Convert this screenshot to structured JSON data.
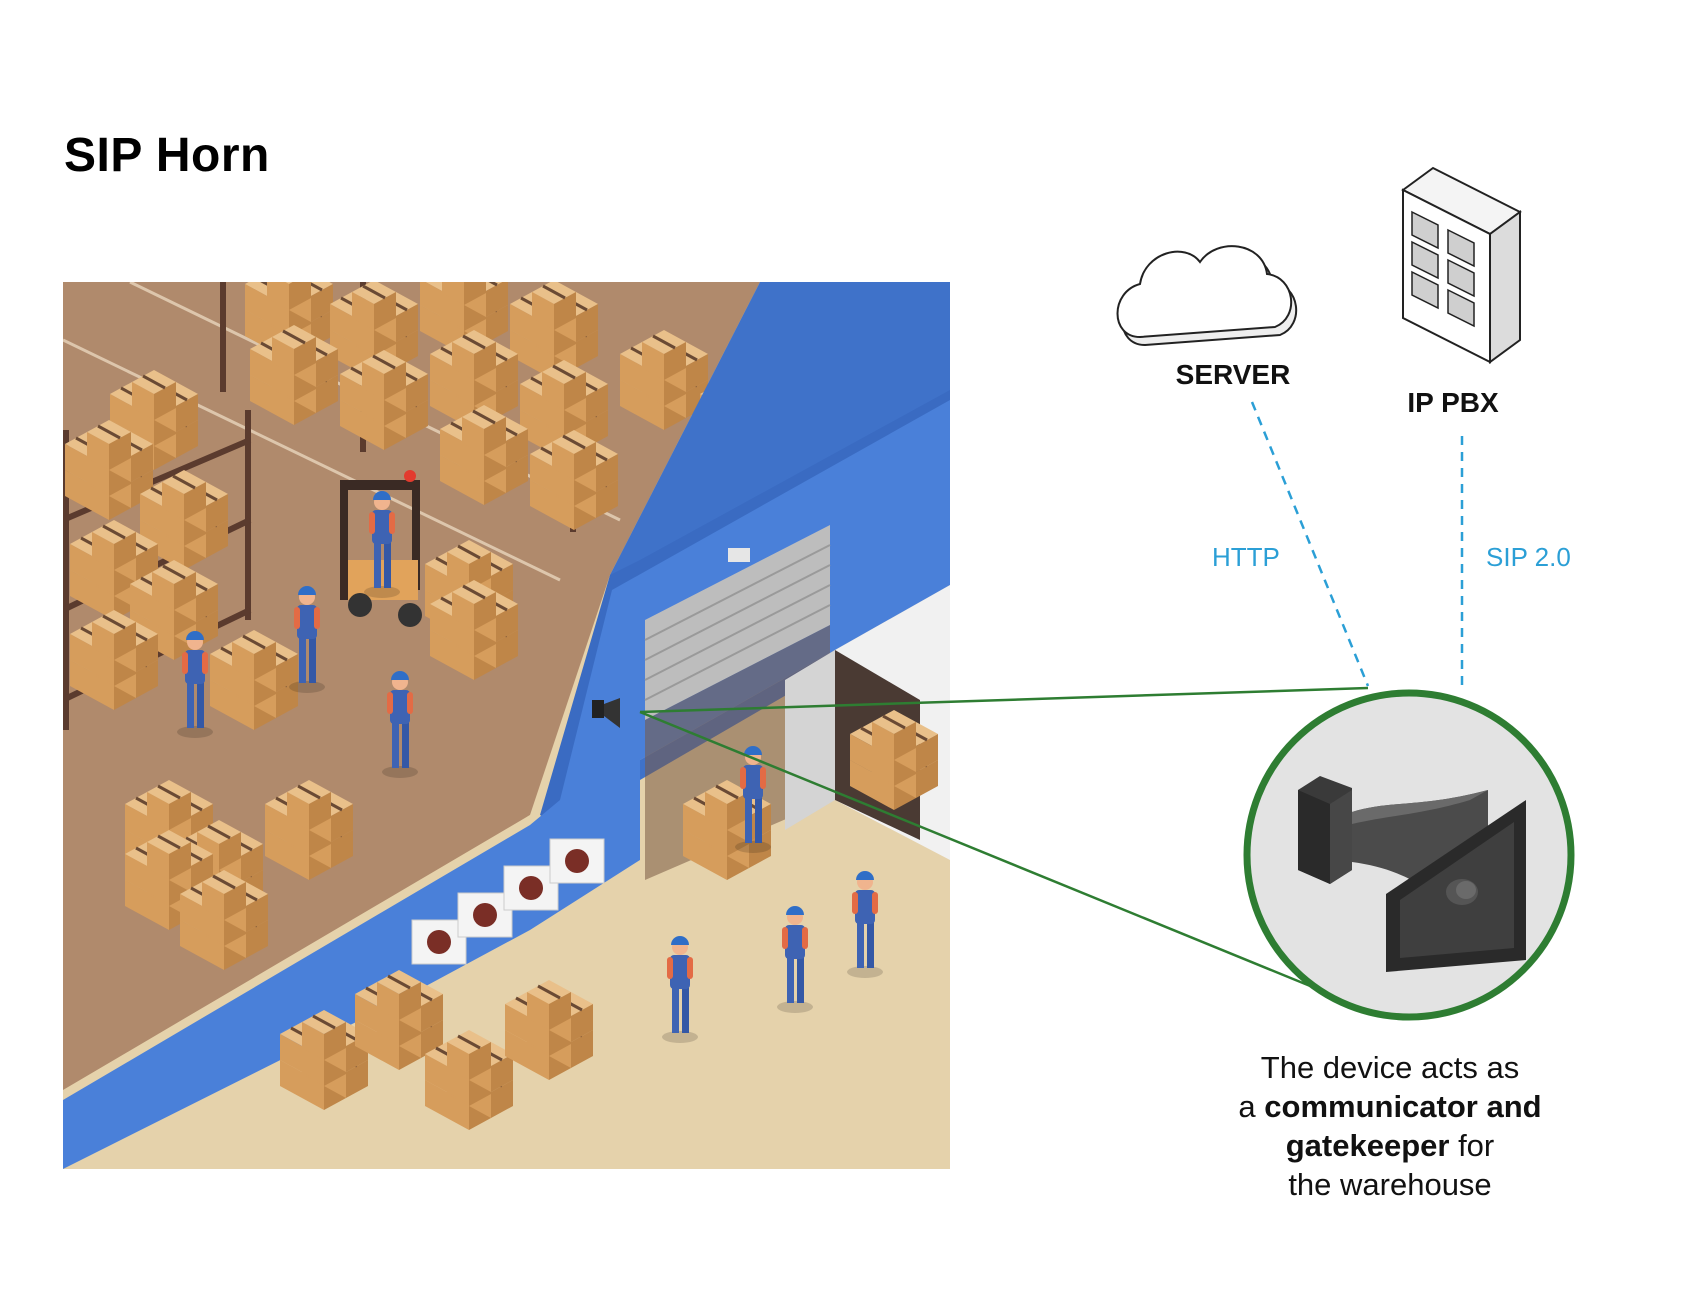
{
  "title": "SIP Horn",
  "nodes": {
    "server": {
      "label": "SERVER",
      "icon": "cloud-icon"
    },
    "pbx": {
      "label": "IP PBX",
      "icon": "server-rack-icon"
    }
  },
  "connections": {
    "http": {
      "label": "HTTP",
      "color": "#2b9fd6"
    },
    "sip": {
      "label": "SIP 2.0",
      "color": "#2b9fd6"
    }
  },
  "device": {
    "icon": "horn-speaker-icon",
    "ring_color": "#2e7d32"
  },
  "caption": {
    "line1": "The device acts as",
    "line2_prefix": "a ",
    "line2_bold": "communicator and",
    "line3_bold": "gatekeeper",
    "line3_suffix": " for",
    "line4": "the warehouse"
  },
  "colors": {
    "wall_blue": "#4a80d9",
    "floor_brown": "#b08a6c",
    "floor_sand": "#e5d2ab",
    "box_tan": "#d9a869",
    "accent_green": "#2e7d32"
  }
}
